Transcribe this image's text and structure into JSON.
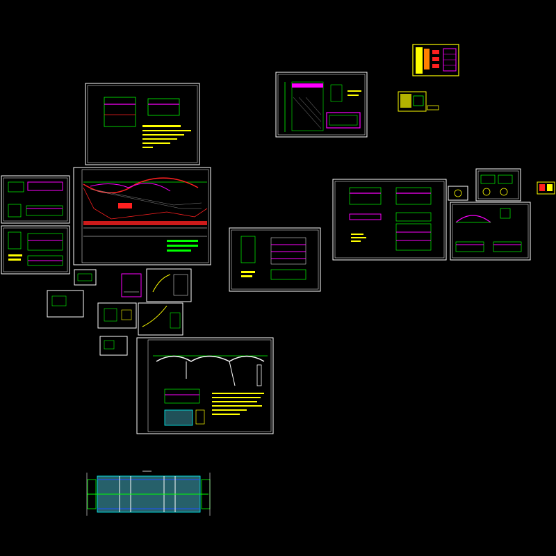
{
  "canvas": {
    "background": "#000000"
  },
  "palette": {
    "frame": "#ffffff",
    "yellow": "#ffff00",
    "magenta": "#ff00ff",
    "red": "#ff2020",
    "green": "#00ff00",
    "cyan": "#00ffff",
    "blue": "#2050ff",
    "teal": "#40a0b0"
  },
  "sheets": [
    {
      "id": "sheet-top-cross-sections",
      "kind": "frame"
    },
    {
      "id": "sheet-foundation-piles",
      "kind": "frame"
    },
    {
      "id": "sheet-legend-table",
      "kind": "frame"
    },
    {
      "id": "sheet-small-detail",
      "kind": "frame"
    },
    {
      "id": "sheet-left-upper",
      "kind": "frame"
    },
    {
      "id": "sheet-left-lower",
      "kind": "frame"
    },
    {
      "id": "sheet-main-elevation",
      "kind": "frame"
    },
    {
      "id": "sheet-middle-tables",
      "kind": "frame"
    },
    {
      "id": "sheet-right-tables",
      "kind": "frame"
    },
    {
      "id": "sheet-right-small-a",
      "kind": "frame"
    },
    {
      "id": "sheet-right-small-b",
      "kind": "frame"
    },
    {
      "id": "sheet-right-arch",
      "kind": "frame"
    },
    {
      "id": "sheet-far-right-thumb",
      "kind": "frame"
    },
    {
      "id": "sheet-bridge-elevation",
      "kind": "frame"
    },
    {
      "id": "sheet-plan-view",
      "kind": "frame"
    }
  ]
}
